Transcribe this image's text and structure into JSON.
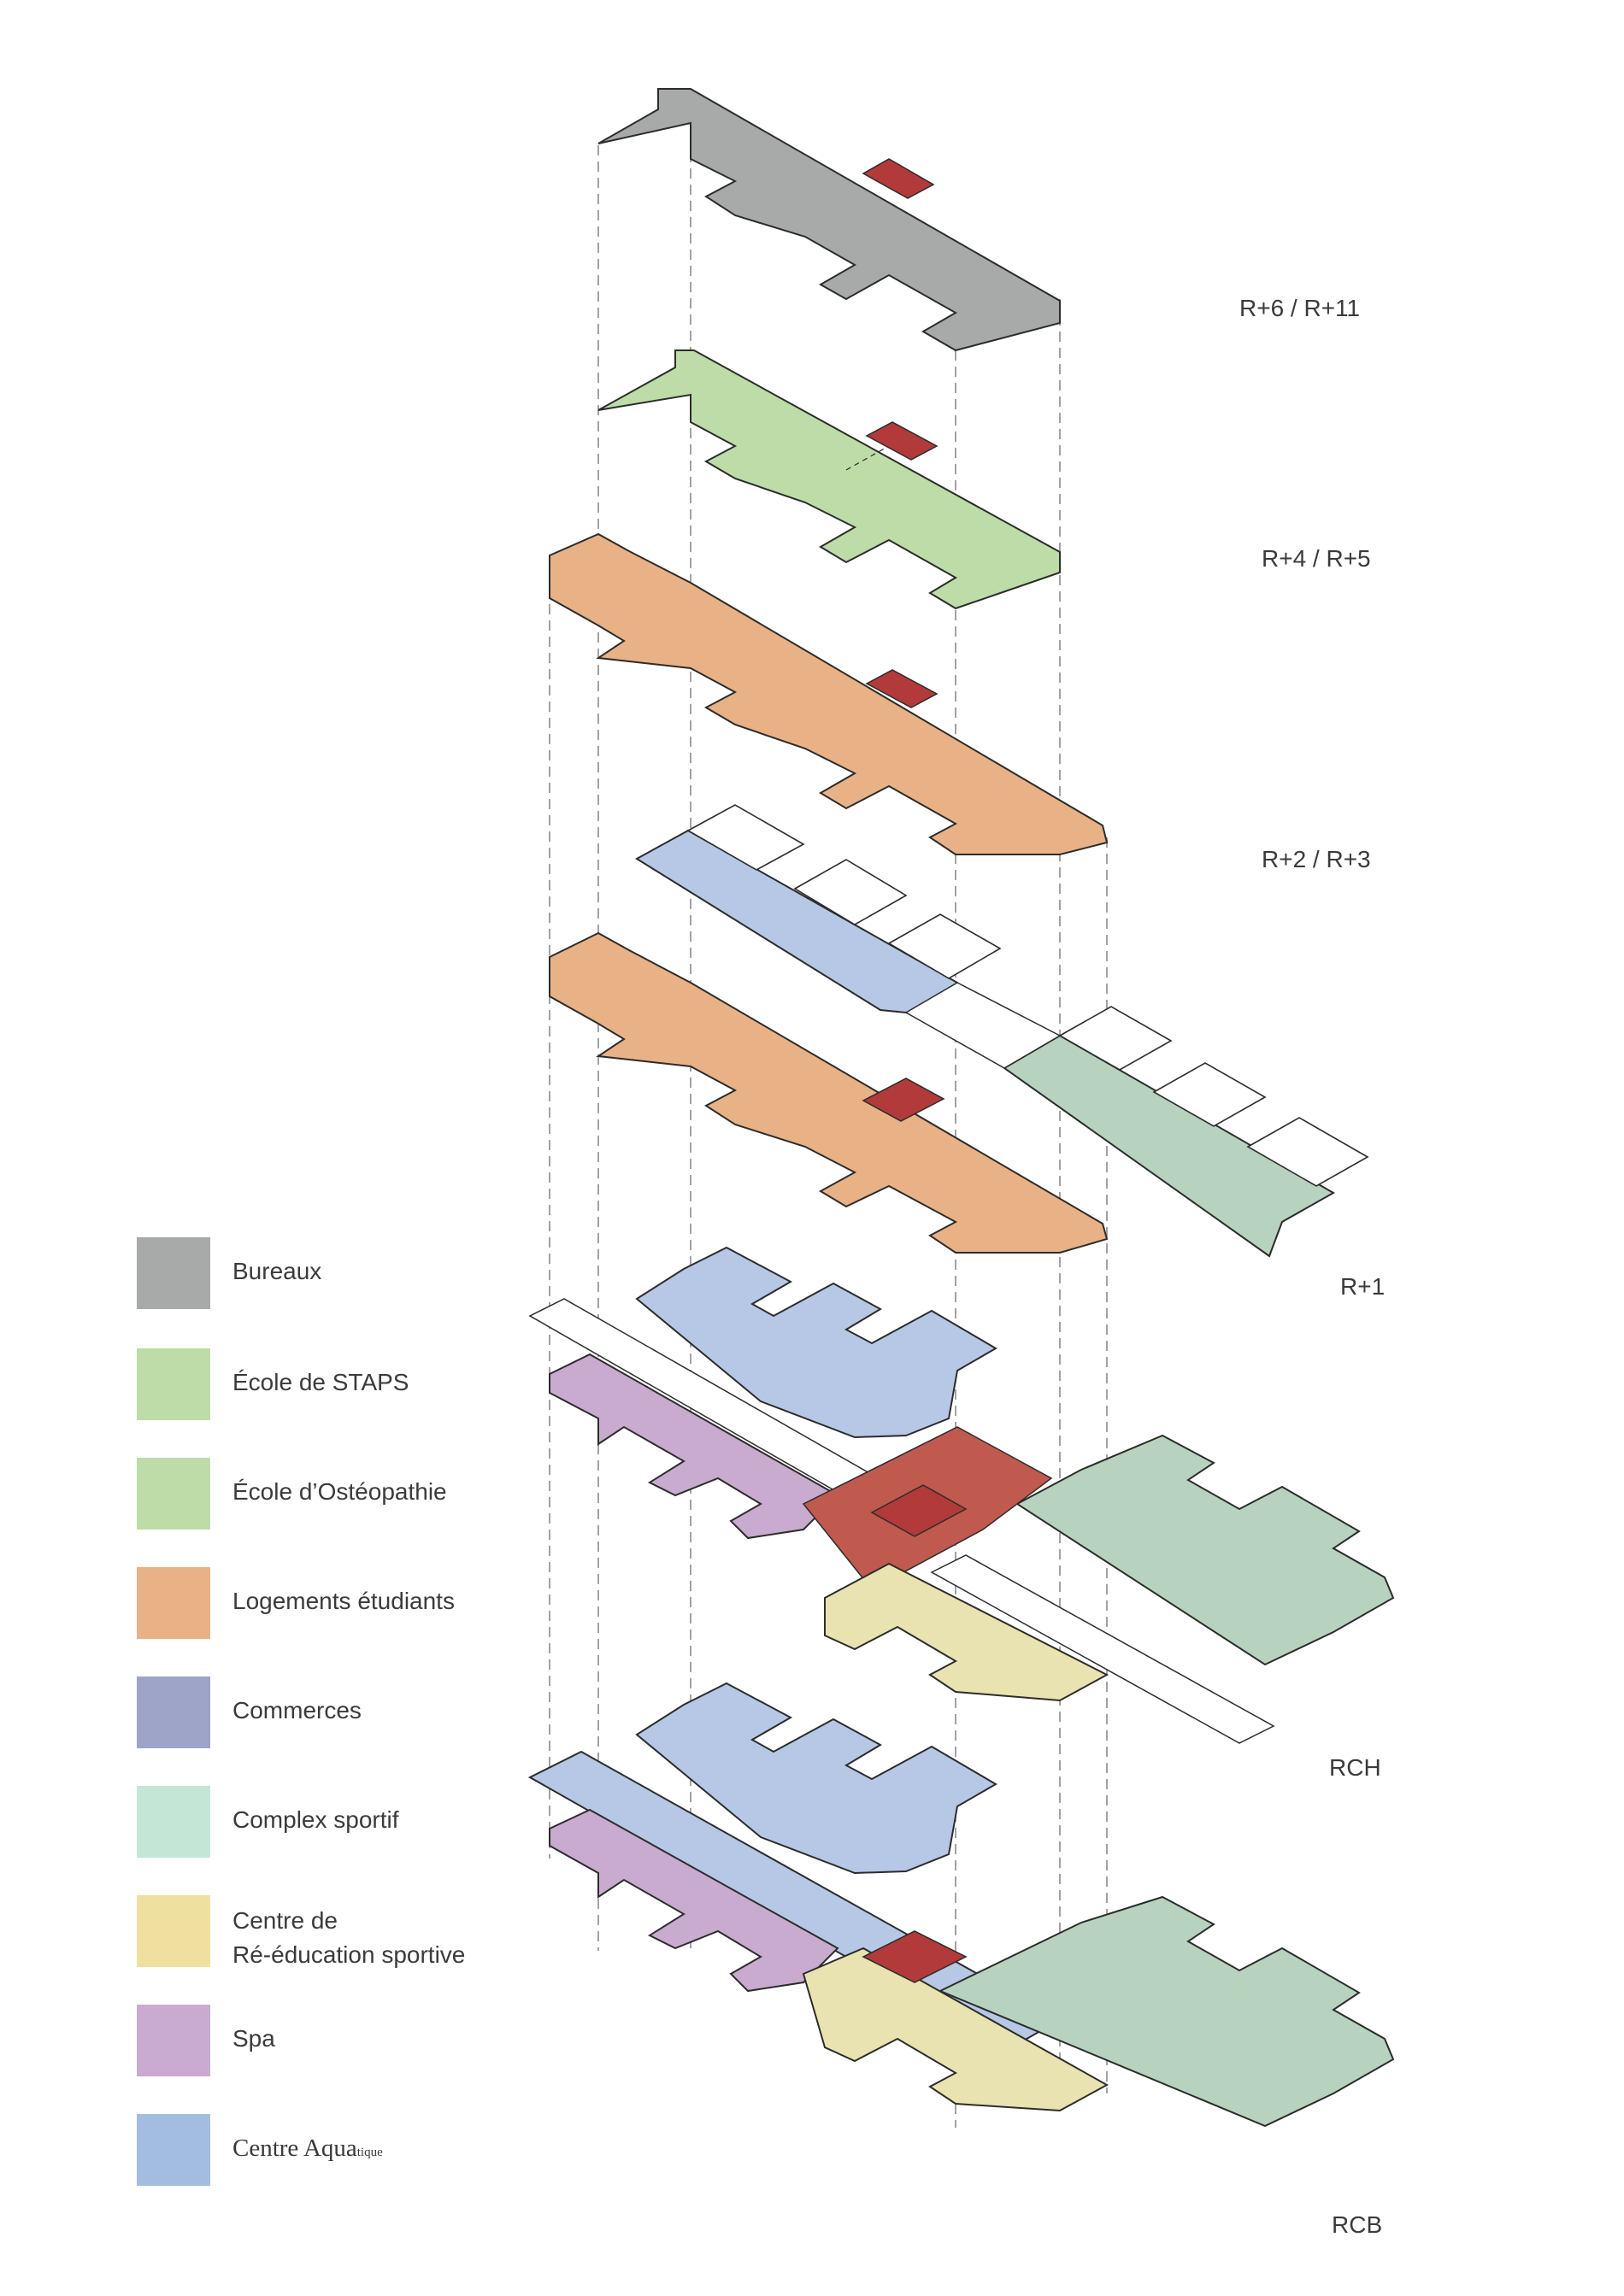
{
  "levels": [
    {
      "id": "r6_r11",
      "label": "R+6 / R+11"
    },
    {
      "id": "r4_r5",
      "label": "R+4 / R+5"
    },
    {
      "id": "r2_r3",
      "label": "R+2 / R+3"
    },
    {
      "id": "r1",
      "label": "R+1"
    },
    {
      "id": "rch",
      "label": "RCH"
    },
    {
      "id": "rcb",
      "label": "RCB"
    }
  ],
  "legend": [
    {
      "label": "Bureaux",
      "color": "#a8aaaa"
    },
    {
      "label": "École de STAPS",
      "color": "#bddca8"
    },
    {
      "label": "École d’Ostéopathie",
      "color": "#bddca8"
    },
    {
      "label": "Logements étudiants",
      "color": "#e8b286"
    },
    {
      "label": "Commerces",
      "color": "#9ea3c8"
    },
    {
      "label": "Complex sportif",
      "color": "#c3e6d6"
    },
    {
      "label": "Centre de\nRé-éducation sportive",
      "color": "#efe0a0"
    },
    {
      "label": "Spa",
      "color": "#c9abcf"
    },
    {
      "label": "Centre Aqua",
      "suffix": "tique",
      "color": "#a3bde1"
    }
  ],
  "colors": {
    "core": "#b33a3a",
    "outline": "#2c2c2c",
    "guide": "#8c8c8c",
    "green_hall": "#b7d3bf",
    "aquatic_hall": "#b6c8e6"
  }
}
